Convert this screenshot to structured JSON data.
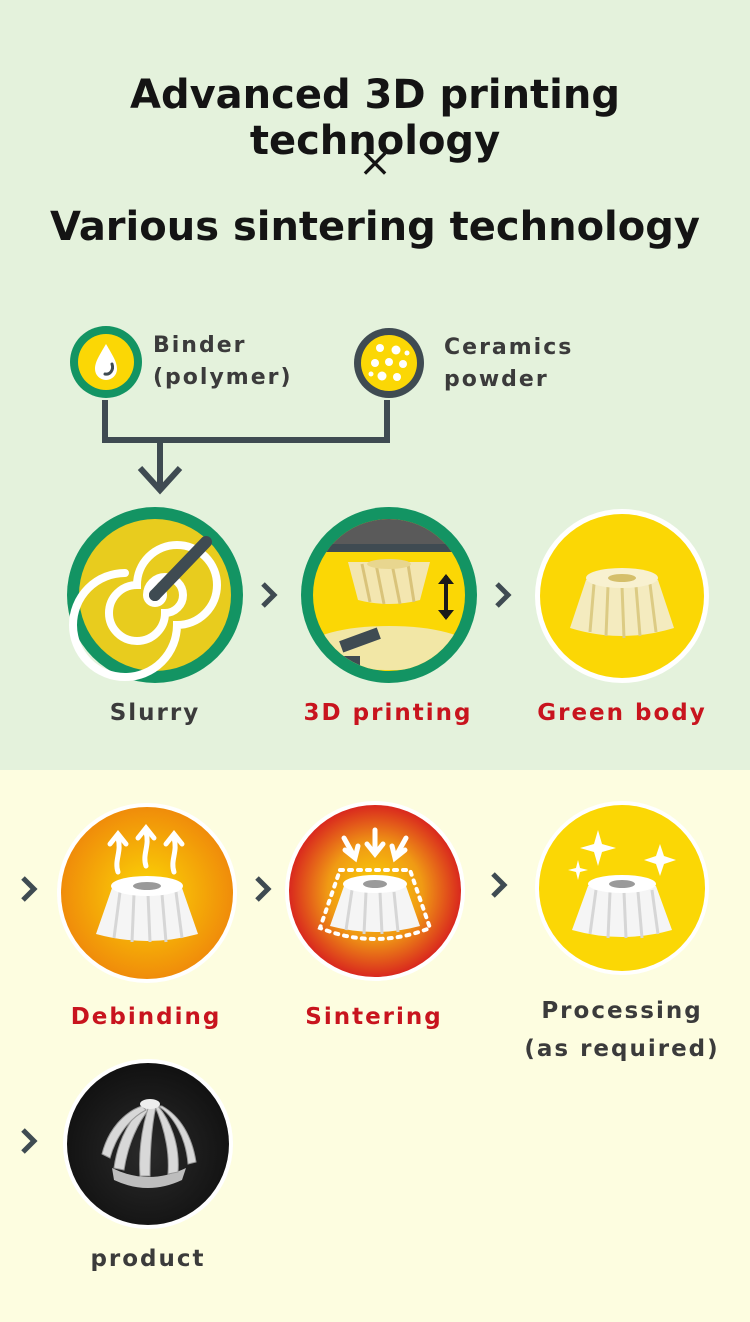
{
  "header": {
    "line1": "Advanced 3D printing technology",
    "times": "×",
    "line2": "Various sintering technology"
  },
  "ingredients": {
    "binder": {
      "line1": "Binder",
      "line2": "(polymer)"
    },
    "ceramics": {
      "line1": "Ceramics",
      "line2": "powder"
    }
  },
  "steps": {
    "slurry": "Slurry",
    "printing": "3D printing",
    "green_body": "Green body",
    "debinding": "Debinding",
    "sintering": "Sintering",
    "processing_line1": "Processing",
    "processing_line2": "(as required)",
    "product": "product"
  },
  "colors": {
    "green_bg": "#e4f2dc",
    "yellow_bg": "#fdfde0",
    "ring_green": "#139463",
    "yellow": "#fbd705",
    "red_label": "#c8141e",
    "dark": "#3f4b52"
  }
}
